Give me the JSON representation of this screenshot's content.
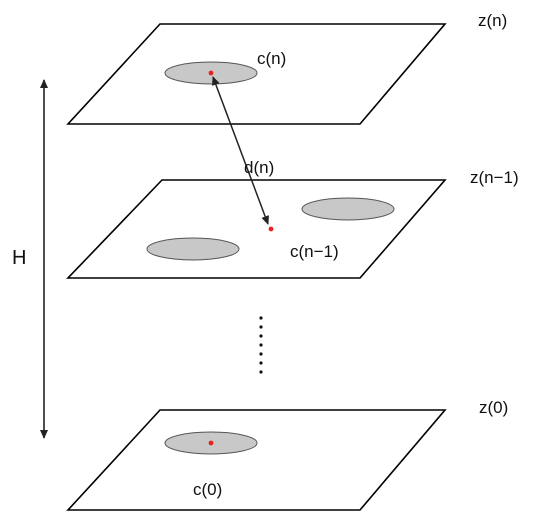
{
  "labels": {
    "z_n": "z(n)",
    "z_n_minus_1": "z(n−1)",
    "z_0": "z(0)",
    "c_n": "c(n)",
    "c_n_minus_1": "c(n−1)",
    "c_0": "c(0)",
    "d_n": "d(n)",
    "height": "H"
  },
  "colors": {
    "plane_fill": "#ffffff",
    "plane_stroke": "#000000",
    "region_fill": "#c8c8c8",
    "region_stroke": "#555555",
    "centroid": "#e8231e",
    "arrow": "#222222"
  }
}
